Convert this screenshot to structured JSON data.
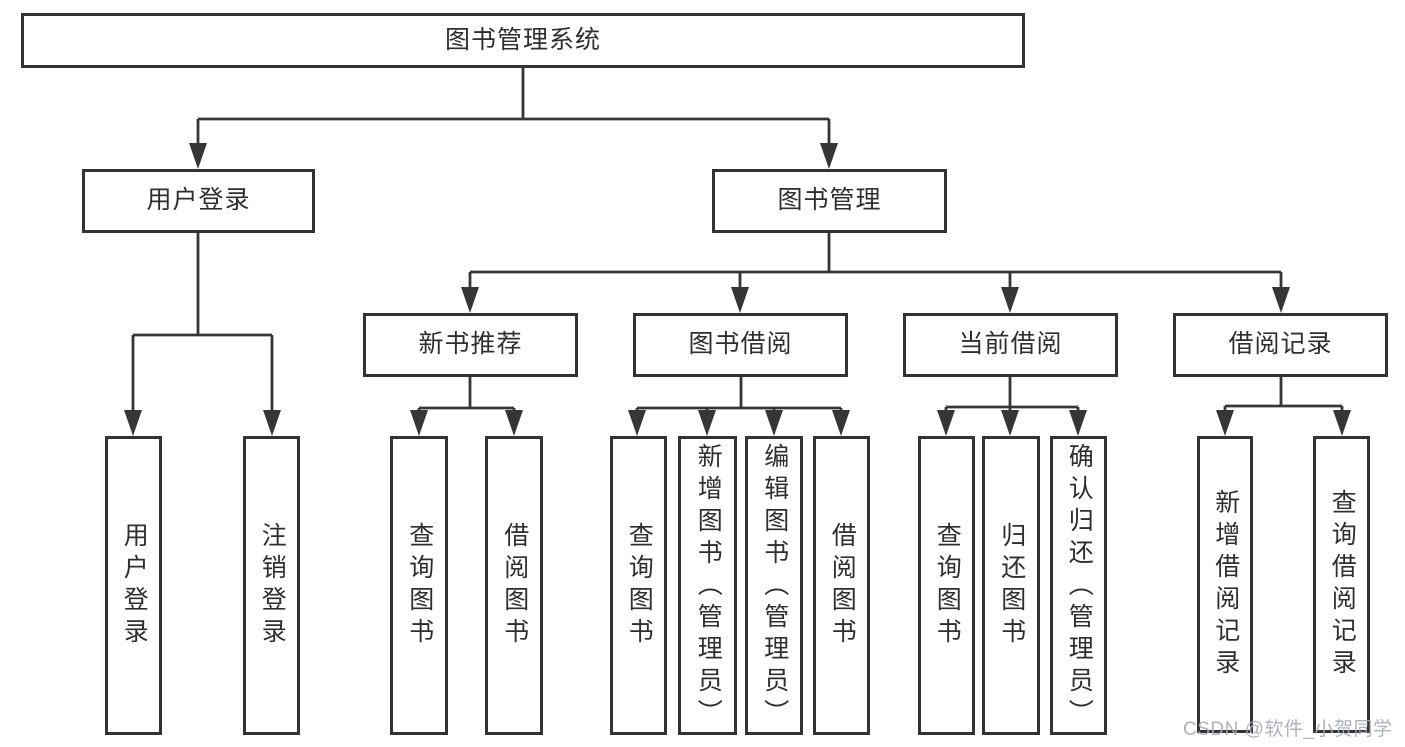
{
  "colors": {
    "border": "#333333",
    "line": "#363636",
    "text": "#2f2f2f",
    "watermark": "#a7adb5",
    "background": "#ffffff"
  },
  "watermark": "CSDN @软件_小贺同学",
  "tree": {
    "label": "图书管理系统",
    "children": [
      {
        "label": "用户登录",
        "children": [
          {
            "label": "用户登录"
          },
          {
            "label": "注销登录"
          }
        ]
      },
      {
        "label": "图书管理",
        "children": [
          {
            "label": "新书推荐",
            "children": [
              {
                "label": "查询图书"
              },
              {
                "label": "借阅图书"
              }
            ]
          },
          {
            "label": "图书借阅",
            "children": [
              {
                "label": "查询图书"
              },
              {
                "label": "新增图书（管理员）"
              },
              {
                "label": "编辑图书（管理员）"
              },
              {
                "label": "借阅图书"
              }
            ]
          },
          {
            "label": "当前借阅",
            "children": [
              {
                "label": "查询图书"
              },
              {
                "label": "归还图书"
              },
              {
                "label": "确认归还（管理员）"
              }
            ]
          },
          {
            "label": "借阅记录",
            "children": [
              {
                "label": "新增借阅记录"
              },
              {
                "label": "查询借阅记录"
              }
            ]
          }
        ]
      }
    ]
  }
}
